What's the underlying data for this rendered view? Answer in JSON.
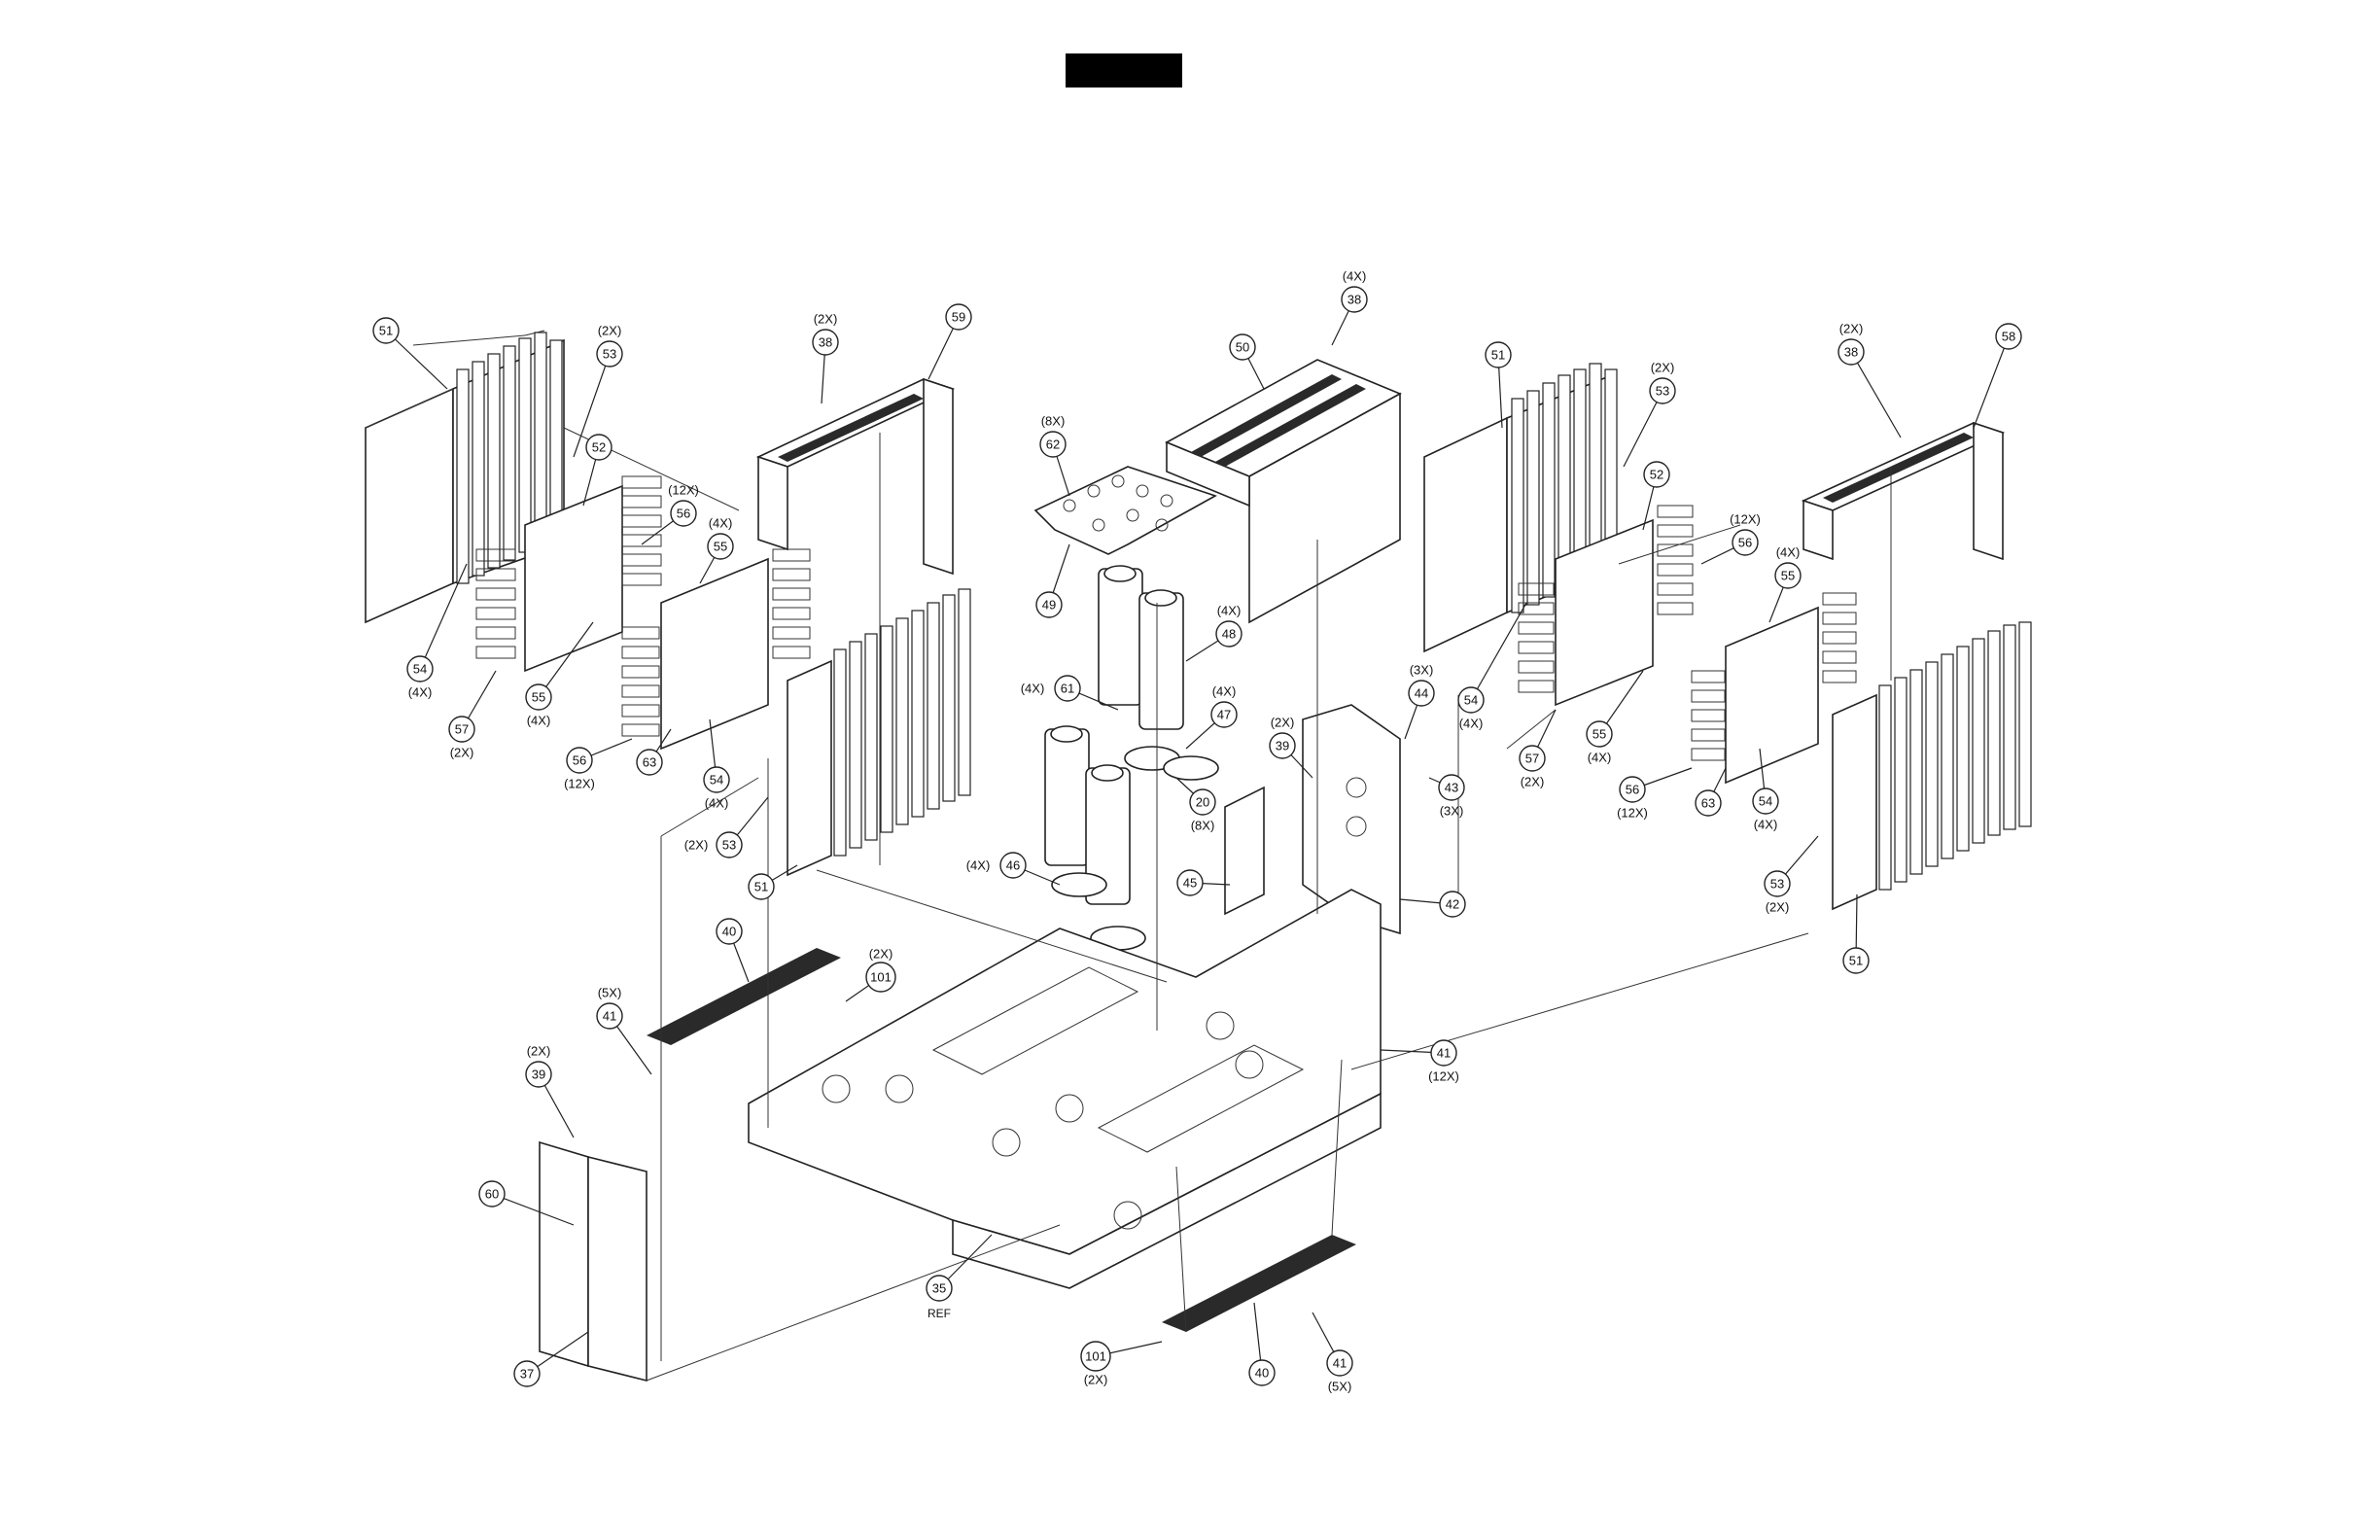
{
  "diagram": {
    "ref_label": "REF",
    "callouts": [
      {
        "id": "c51a",
        "num": "51",
        "qty": ""
      },
      {
        "id": "c53a",
        "num": "53",
        "qty": "(2X)"
      },
      {
        "id": "c52a",
        "num": "52",
        "qty": ""
      },
      {
        "id": "c56a",
        "num": "56",
        "qty": "(12X)"
      },
      {
        "id": "c55a",
        "num": "55",
        "qty": "(4X)"
      },
      {
        "id": "c54a",
        "num": "54",
        "qty": "(4X)"
      },
      {
        "id": "c57a",
        "num": "57",
        "qty": "(2X)"
      },
      {
        "id": "c55b",
        "num": "55",
        "qty": "(4X)"
      },
      {
        "id": "c56b",
        "num": "56",
        "qty": "(12X)"
      },
      {
        "id": "c63a",
        "num": "63",
        "qty": ""
      },
      {
        "id": "c54b",
        "num": "54",
        "qty": "(4X)"
      },
      {
        "id": "c53b",
        "num": "53",
        "qty": "(2X)"
      },
      {
        "id": "c51b",
        "num": "51",
        "qty": ""
      },
      {
        "id": "c38a",
        "num": "38",
        "qty": "(2X)"
      },
      {
        "id": "c59",
        "num": "59",
        "qty": ""
      },
      {
        "id": "c62",
        "num": "62",
        "qty": "(8X)"
      },
      {
        "id": "c49",
        "num": "49",
        "qty": ""
      },
      {
        "id": "c48",
        "num": "48",
        "qty": "(4X)"
      },
      {
        "id": "c61",
        "num": "61",
        "qty": "(4X)"
      },
      {
        "id": "c47",
        "num": "47",
        "qty": "(4X)"
      },
      {
        "id": "c20",
        "num": "20",
        "qty": "(8X)"
      },
      {
        "id": "c46",
        "num": "46",
        "qty": "(4X)"
      },
      {
        "id": "c38b",
        "num": "38",
        "qty": "(4X)"
      },
      {
        "id": "c50",
        "num": "50",
        "qty": ""
      },
      {
        "id": "c44",
        "num": "44",
        "qty": "(3X)"
      },
      {
        "id": "c39a",
        "num": "39",
        "qty": "(2X)"
      },
      {
        "id": "c43",
        "num": "43",
        "qty": "(3X)"
      },
      {
        "id": "c45",
        "num": "45",
        "qty": ""
      },
      {
        "id": "c42",
        "num": "42",
        "qty": ""
      },
      {
        "id": "c51c",
        "num": "51",
        "qty": ""
      },
      {
        "id": "c53c",
        "num": "53",
        "qty": "(2X)"
      },
      {
        "id": "c52b",
        "num": "52",
        "qty": ""
      },
      {
        "id": "c56c",
        "num": "56",
        "qty": "(12X)"
      },
      {
        "id": "c55c",
        "num": "55",
        "qty": "(4X)"
      },
      {
        "id": "c54c",
        "num": "54",
        "qty": "(4X)"
      },
      {
        "id": "c57b",
        "num": "57",
        "qty": "(2X)"
      },
      {
        "id": "c55d",
        "num": "55",
        "qty": "(4X)"
      },
      {
        "id": "c56d",
        "num": "56",
        "qty": "(12X)"
      },
      {
        "id": "c63b",
        "num": "63",
        "qty": ""
      },
      {
        "id": "c54d",
        "num": "54",
        "qty": "(4X)"
      },
      {
        "id": "c38c",
        "num": "38",
        "qty": "(2X)"
      },
      {
        "id": "c58",
        "num": "58",
        "qty": ""
      },
      {
        "id": "c53d",
        "num": "53",
        "qty": "(2X)"
      },
      {
        "id": "c51d",
        "num": "51",
        "qty": ""
      },
      {
        "id": "c40a",
        "num": "40",
        "qty": ""
      },
      {
        "id": "c101a",
        "num": "101",
        "qty": "(2X)"
      },
      {
        "id": "c41a",
        "num": "41",
        "qty": "(5X)"
      },
      {
        "id": "c39b",
        "num": "39",
        "qty": "(2X)"
      },
      {
        "id": "c60",
        "num": "60",
        "qty": ""
      },
      {
        "id": "c37",
        "num": "37",
        "qty": ""
      },
      {
        "id": "c35",
        "num": "35",
        "qty": ""
      },
      {
        "id": "c41b",
        "num": "41",
        "qty": "(12X)"
      },
      {
        "id": "c101b",
        "num": "101",
        "qty": "(2X)"
      },
      {
        "id": "c40b",
        "num": "40",
        "qty": ""
      },
      {
        "id": "c41c",
        "num": "41",
        "qty": "(5X)"
      }
    ]
  }
}
